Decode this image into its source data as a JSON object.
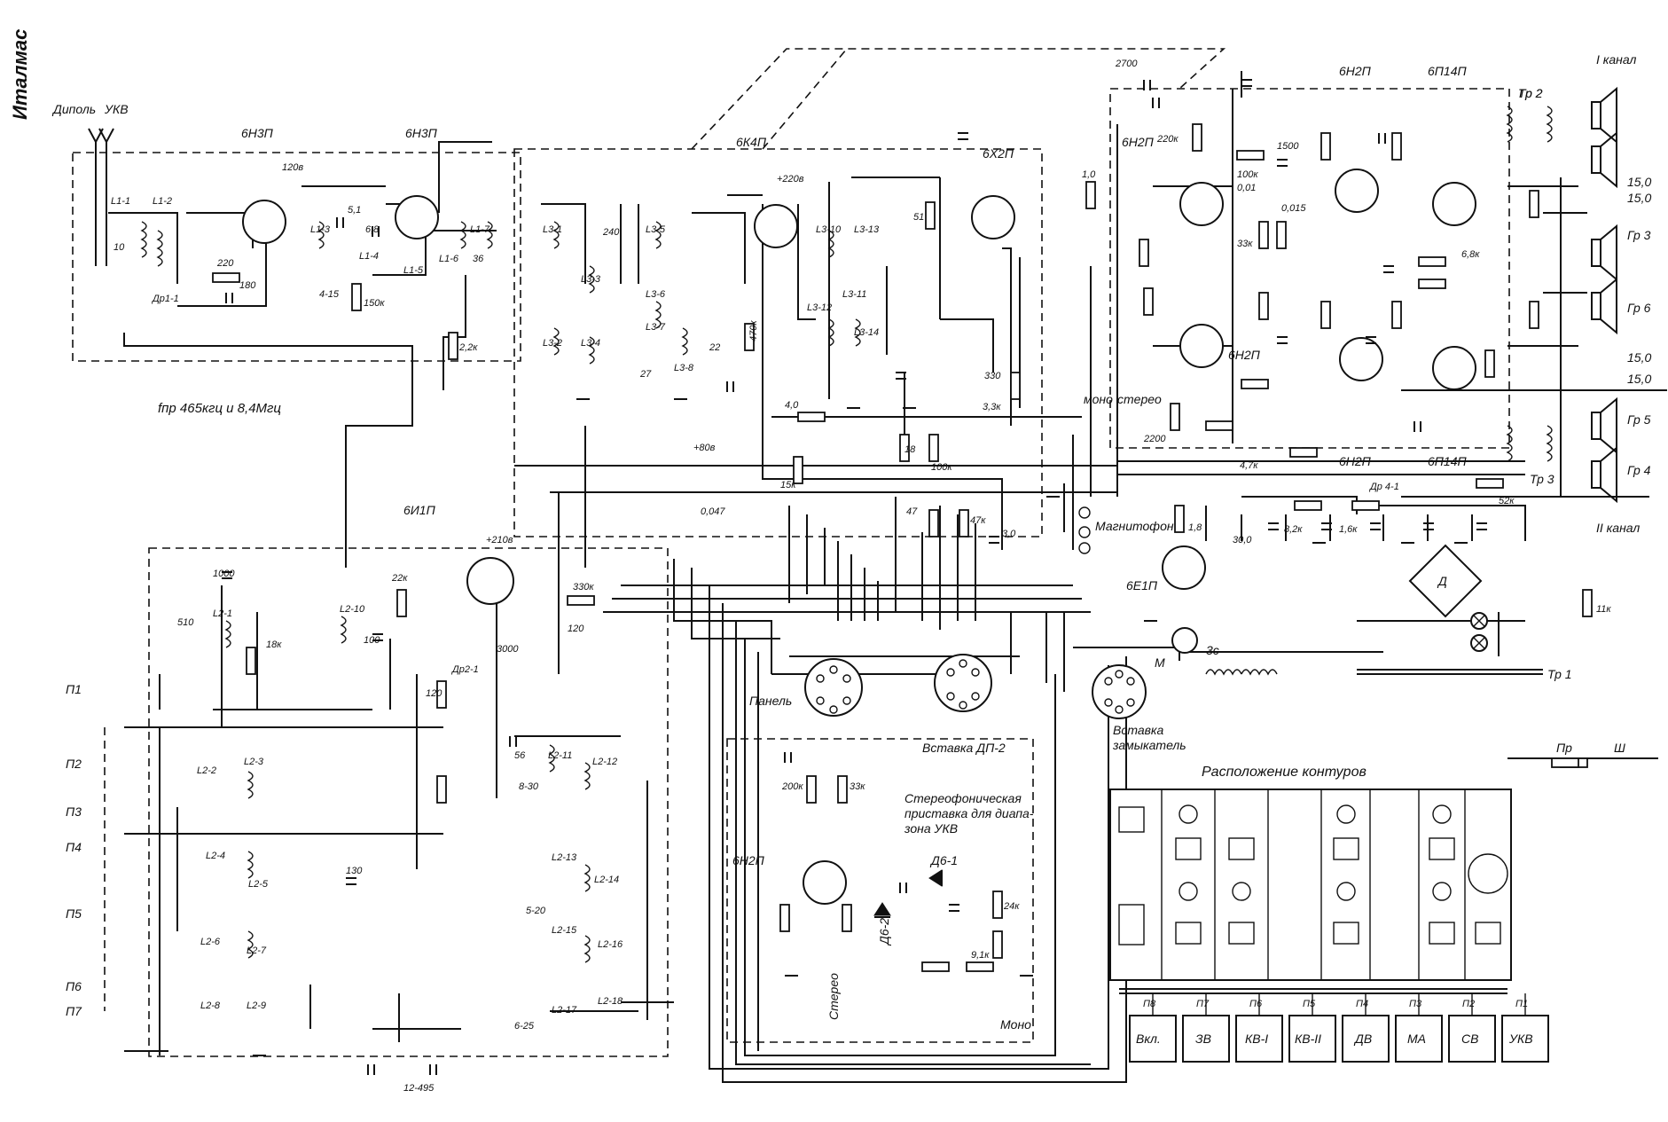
{
  "side_title": "Италмас",
  "antenna": {
    "dipole": "Диполь",
    "vhf": "УКВ"
  },
  "tubes": [
    "6Н3П",
    "6Н3П",
    "6К4П",
    "6Х2П",
    "6И1П",
    "6Н2П",
    "6Н2П",
    "6Н2П",
    "6П14П",
    "6Н2П",
    "6П14П",
    "6Н2П",
    "6Е1П"
  ],
  "labels": {
    "if_freq": "fпр 465кгц и 8,4Мгц",
    "magnetophone": "Магнитофон",
    "panel": "Панель",
    "mono": "моно",
    "stereo": "стерео",
    "insert_dp2": "Вставка ДП-2",
    "insert_closer": "Вставка замыкатель",
    "stereo_adapter": "Стереофоническая приставка для диапазона УКВ",
    "stereo_vert": "Стерео",
    "mono_sw": "Моно",
    "layout_title": "Расположение контуров",
    "channel_1": "I канал",
    "channel_2": "II канал",
    "tr1": "Тр 1",
    "tr2": "Тр 2",
    "tr3": "Тр 3",
    "motor": "М",
    "cap_3c": "3с",
    "fuse": "Пр",
    "plug": "Ш",
    "voltage_80": "+80в",
    "voltage_210": "+210в",
    "voltage_220": "+220в",
    "voltage_120": "120в"
  },
  "band_buttons": [
    "Вкл.",
    "ЗВ",
    "КВ-I",
    "КВ-II",
    "ДВ",
    "МА",
    "СВ",
    "УКВ"
  ],
  "button_codes": [
    "П8",
    "П7",
    "П6",
    "П5",
    "П4",
    "П3",
    "П2",
    "П1"
  ],
  "switch_rows": [
    "П1",
    "П2",
    "П3",
    "П4",
    "П5",
    "П6",
    "П7"
  ],
  "speakers": [
    "Гр 2",
    "Гр 3",
    "Гр 6",
    "Гр 5",
    "Гр 4"
  ],
  "speaker_values": [
    "15,0",
    "15,0",
    "15,0",
    "15,0"
  ],
  "coils": [
    "L1-1",
    "L1-2",
    "L1-3",
    "L1-4",
    "L1-5",
    "L1-6",
    "L1-7",
    "L3-1",
    "L3-2",
    "L3-3",
    "L3-4",
    "L3-5",
    "L3-6",
    "L3-7",
    "L3-8",
    "L3-10",
    "L3-11",
    "L3-12",
    "L3-13",
    "L3-14",
    "L2-1",
    "L2-2",
    "L2-3",
    "L2-4",
    "L2-5",
    "L2-6",
    "L2-7",
    "L2-8",
    "L2-9",
    "L2-10",
    "L2-11",
    "L2-12",
    "L2-13",
    "L2-14",
    "L2-15",
    "L2-16",
    "L2-17",
    "L2-18"
  ],
  "components": {
    "resistors": [
      "220",
      "150к",
      "2,2к",
      "470к",
      "4,0",
      "15к",
      "18",
      "100к",
      "47",
      "47к",
      "330к",
      "22к",
      "120",
      "330",
      "3,3к",
      "220к",
      "100к",
      "33к",
      "1,0",
      "4,7к",
      "8,2к",
      "1,6к",
      "52к",
      "11к",
      "1,8",
      "200к",
      "33к",
      "24к",
      "9,1к",
      "6,8к",
      "18к"
    ],
    "capacitors": [
      "10",
      "180",
      "5,1",
      "6,8",
      "36",
      "4-15",
      "240",
      "27",
      "22",
      "51",
      "0,047",
      "30,0",
      "3,0",
      "120",
      "510",
      "1000",
      "100",
      "56",
      "8-30",
      "5-20",
      "6-25",
      "130",
      "2700",
      "0,01",
      "0,015",
      "1500",
      "2200",
      "3000",
      "12-495"
    ],
    "diodes": [
      "Д6-1",
      "Д6-2",
      "Д"
    ],
    "chokes": [
      "Др1-1",
      "Др2-1",
      "Др 4-1"
    ]
  }
}
